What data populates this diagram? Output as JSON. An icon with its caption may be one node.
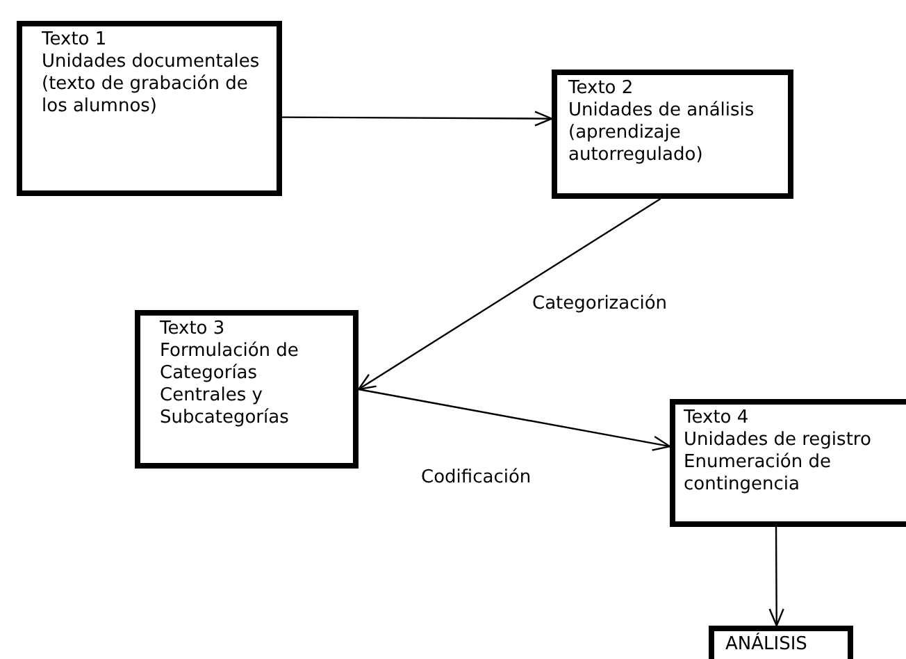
{
  "diagram": {
    "nodes": [
      {
        "text": [
          "Texto 1",
          "Unidades documentales (texto de grabación de los alumnos)"
        ]
      },
      {
        "text": [
          "Texto 2",
          "Unidades de análisis (aprendizaje autorregulado)"
        ]
      },
      {
        "text": [
          "Texto 3",
          "Formulación de Categorías Centrales y Subcategorías"
        ]
      },
      {
        "text": [
          "Texto 4",
          "Unidades de registro",
          "Enumeración de contingencia"
        ]
      },
      {
        "text": [
          "ANÁLISIS"
        ]
      }
    ],
    "edges": [
      {
        "from": 0,
        "to": 1,
        "arrow": "to"
      },
      {
        "from": 1,
        "to": 2,
        "arrow": "to",
        "label": "Categorización"
      },
      {
        "from": 2,
        "to": 3,
        "arrow": "to",
        "label": "Codificación"
      },
      {
        "from": 3,
        "to": 4,
        "arrow": "to"
      }
    ]
  }
}
